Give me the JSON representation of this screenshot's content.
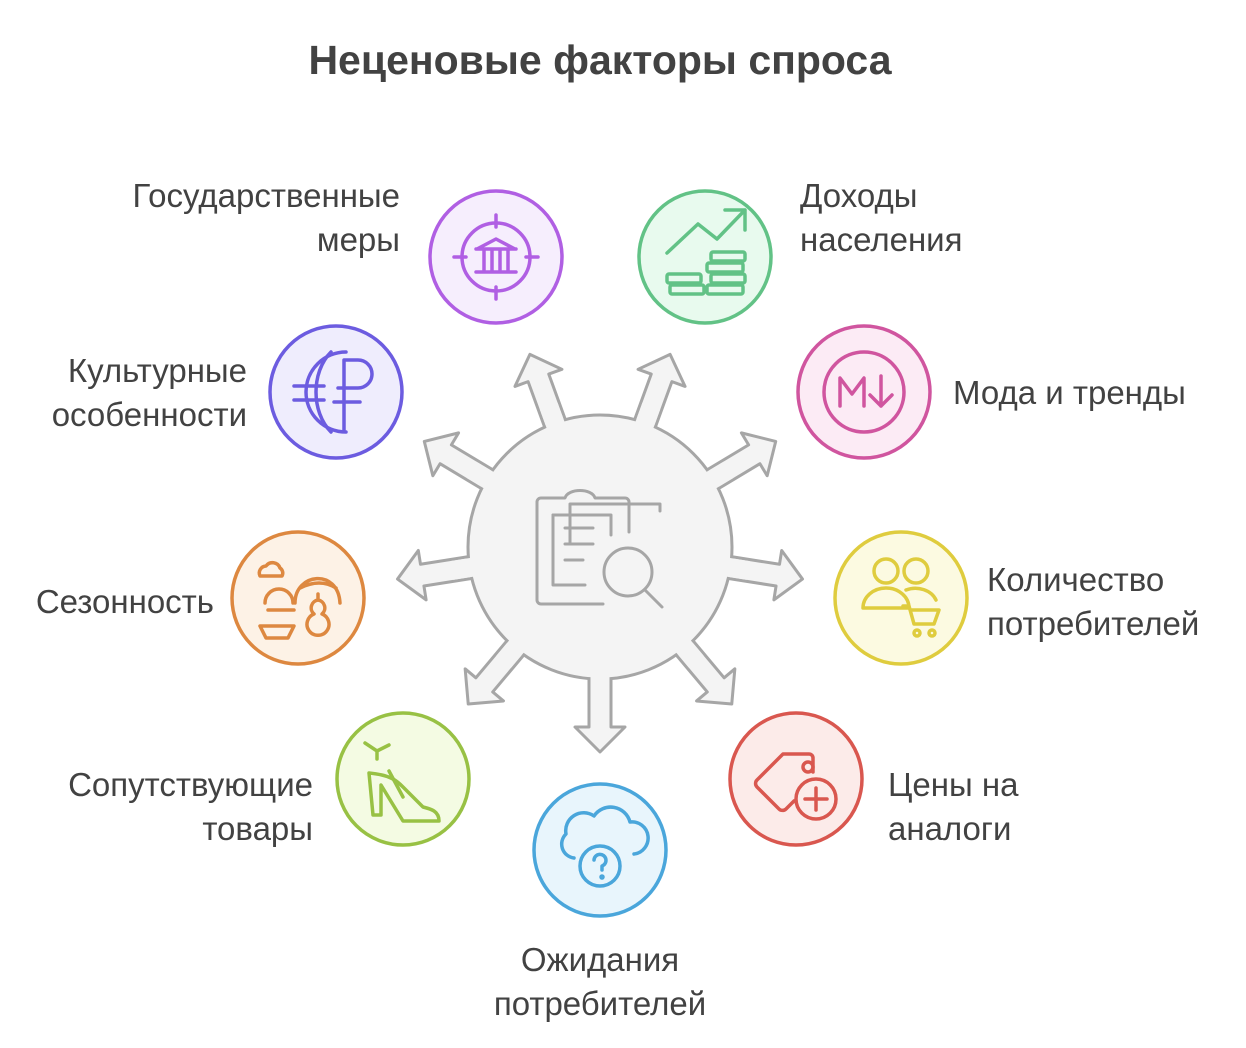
{
  "title": "Неценовые факторы спроса",
  "center": {
    "icon": "clipboard-search-icon"
  },
  "factors": [
    {
      "lines": [
        "Государственные",
        "меры"
      ],
      "icon": "bank-target-icon",
      "color": "#b05fe3",
      "fill": "#f6eefd"
    },
    {
      "lines": [
        "Доходы",
        "населения"
      ],
      "icon": "growth-coins-icon",
      "color": "#62c286",
      "fill": "#e8faee"
    },
    {
      "lines": [
        "Культурные",
        "особенности"
      ],
      "icon": "globe-ruble-icon",
      "color": "#6c5ce0",
      "fill": "#efedfd"
    },
    {
      "lines": [
        "Мода и тренды"
      ],
      "icon": "markdown-down-icon",
      "color": "#d0559f",
      "fill": "#fcebf5"
    },
    {
      "lines": [
        "Сезонность"
      ],
      "icon": "harvest-icon",
      "color": "#dd8840",
      "fill": "#fdf2e6"
    },
    {
      "lines": [
        "Количество",
        "потребителей"
      ],
      "icon": "people-cart-icon",
      "color": "#dfcc3e",
      "fill": "#fcfae1"
    },
    {
      "lines": [
        "Сопутствующие",
        "товары"
      ],
      "icon": "high-heel-icon",
      "color": "#98c144",
      "fill": "#f4fbe3"
    },
    {
      "lines": [
        "Цены на",
        "аналоги"
      ],
      "icon": "price-tag-plus-icon",
      "color": "#d9574f",
      "fill": "#fcebe9"
    },
    {
      "lines": [
        "Ожидания",
        "потребителей"
      ],
      "icon": "cloud-question-icon",
      "color": "#4aa6db",
      "fill": "#e8f5fc"
    }
  ]
}
